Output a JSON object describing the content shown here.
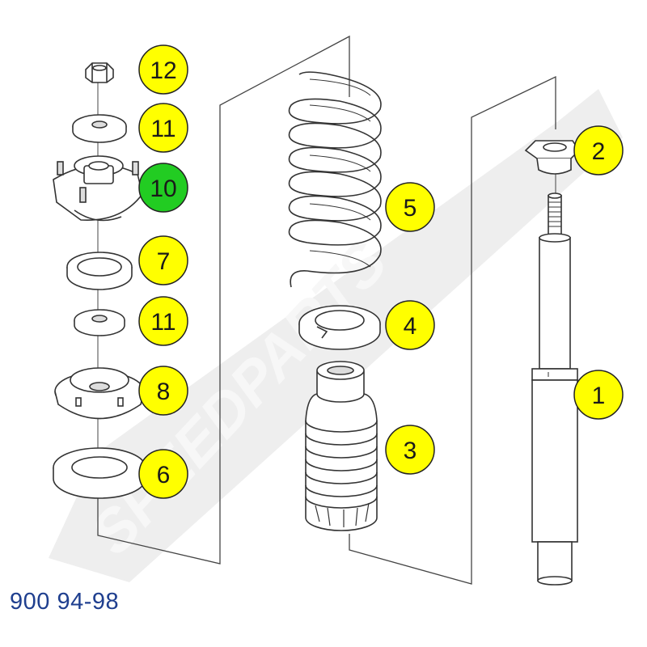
{
  "diagram": {
    "model_code": "900 94-98",
    "watermark": "SPEEDPARTS",
    "colors": {
      "callout_fill": "#ffff00",
      "callout_highlight": "#22cc22",
      "callout_stroke": "#222222",
      "part_stroke": "#333333",
      "leader_line": "#444444",
      "footer_text": "#1f3f8f",
      "watermark": "#e9e9e9"
    },
    "callouts": [
      {
        "id": "12",
        "label": "12",
        "highlighted": false
      },
      {
        "id": "11a",
        "label": "11",
        "highlighted": false
      },
      {
        "id": "10",
        "label": "10",
        "highlighted": true
      },
      {
        "id": "7",
        "label": "7",
        "highlighted": false
      },
      {
        "id": "11b",
        "label": "11",
        "highlighted": false
      },
      {
        "id": "8",
        "label": "8",
        "highlighted": false
      },
      {
        "id": "6",
        "label": "6",
        "highlighted": false
      },
      {
        "id": "5",
        "label": "5",
        "highlighted": false
      },
      {
        "id": "4",
        "label": "4",
        "highlighted": false
      },
      {
        "id": "3",
        "label": "3",
        "highlighted": false
      },
      {
        "id": "2",
        "label": "2",
        "highlighted": false
      },
      {
        "id": "1",
        "label": "1",
        "highlighted": false
      }
    ]
  }
}
